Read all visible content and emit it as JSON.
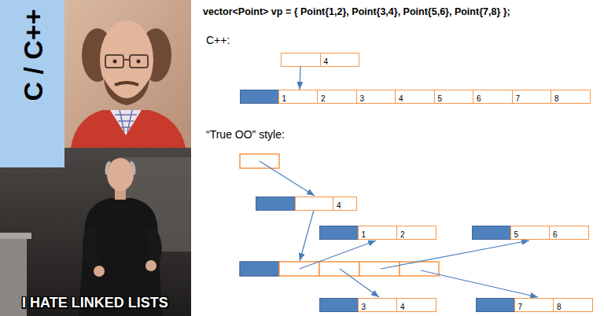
{
  "diagram": {
    "nodes": [
      {
        "text": [
          "4"
        ]
      },
      {
        "text": [
          "1",
          "2",
          "3",
          "4",
          "5",
          "6",
          "7",
          "8"
        ]
      },
      {
        "text": [
          "4"
        ]
      },
      {
        "text": [
          "1",
          "2"
        ]
      },
      {
        "text": [
          "5",
          "6"
        ]
      },
      {
        "text": [
          "3",
          "4"
        ]
      },
      {
        "text": [
          "7",
          "8"
        ]
      }
    ],
    "edges": [
      {
        "from": 0,
        "to": 1,
        "arrow": "to"
      }
    ],
    "labels": [
      "C / C++",
      "vector<Point> vp = { Point{1,2}, Point{3,4}, Point{5,6}, Point{7,8} };",
      "C++:",
      "“True OO” style:",
      "I HATE LINKED LISTS"
    ]
  }
}
